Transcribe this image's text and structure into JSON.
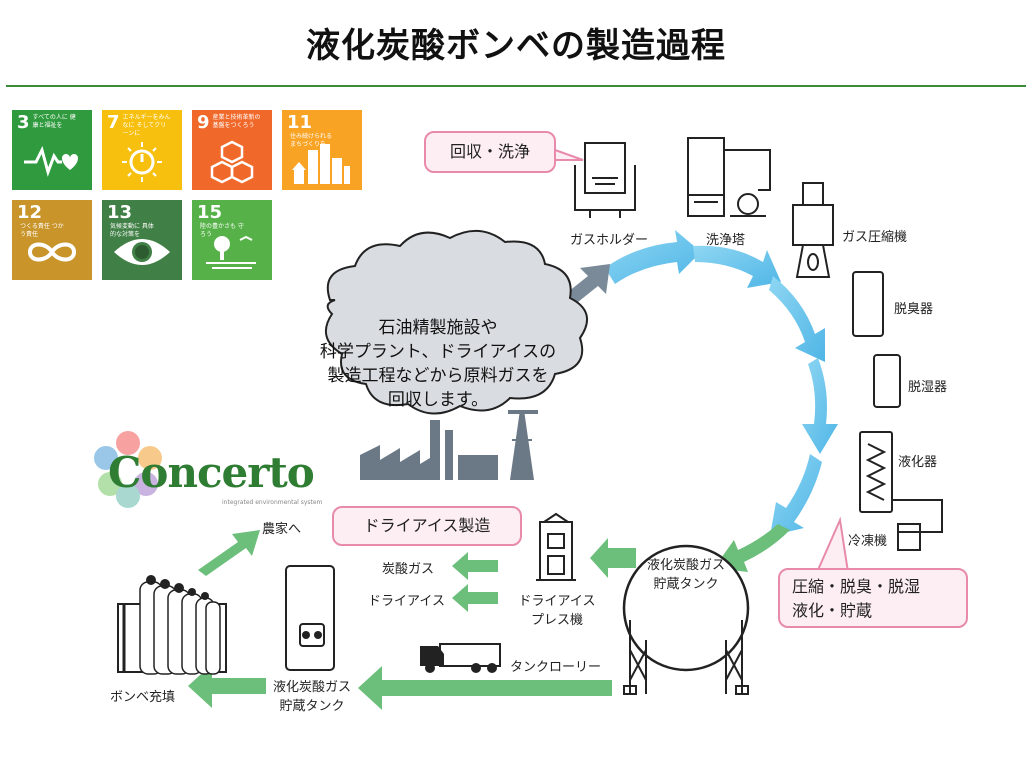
{
  "title": "液化炭酸ボンベの製造過程",
  "sdgs": [
    {
      "num": "3",
      "text": "すべての人に 健康と福祉を",
      "color": "#2f9a3e"
    },
    {
      "num": "7",
      "text": "エネルギーをみんなに そしてクリーンに",
      "color": "#f8c00e"
    },
    {
      "num": "9",
      "text": "産業と技術革新の 基盤をつくろう",
      "color": "#f0692a"
    },
    {
      "num": "11",
      "text": "住み続けられる まちづくりを",
      "color": "#f8a324"
    },
    {
      "num": "12",
      "text": "つくる責任 つかう責任",
      "color": "#c9952b"
    },
    {
      "num": "13",
      "text": "気候変動に 具体的な対策を",
      "color": "#407f45"
    },
    {
      "num": "15",
      "text": "陸の豊かさも 守ろう",
      "color": "#56b248"
    }
  ],
  "callouts": {
    "collect": "回収・洗浄",
    "dryice": "ドライアイス製造",
    "compress_line1": "圧縮・脱臭・脱湿",
    "compress_line2": "液化・貯蔵"
  },
  "cloud": {
    "line1": "石油精製施設や",
    "line2": "科学プラント、ドライアイスの",
    "line3": "製造工程などから原料ガスを",
    "line4": "回収します。"
  },
  "equipment": {
    "gas_holder": "ガスホルダー",
    "washer": "洗浄塔",
    "compressor": "ガス圧縮機",
    "deodorizer": "脱臭器",
    "dehumidifier": "脱湿器",
    "liquefier": "液化器",
    "refrigerator": "冷凍機",
    "storage_tank_line1": "液化炭酸ガス",
    "storage_tank_line2": "貯蔵タンク",
    "press_line1": "ドライアイス",
    "press_line2": "プレス機",
    "carbonic_gas": "炭酸ガス",
    "dry_ice": "ドライアイス",
    "tank_lorry": "タンクローリー",
    "small_tank_line1": "液化炭酸ガス",
    "small_tank_line2": "貯蔵タンク",
    "cylinder_fill": "ボンベ充填",
    "to_farmers": "農家へ"
  },
  "logo": {
    "name": "Concerto",
    "sub": "integrated environmental system"
  },
  "colors": {
    "accent_green": "#3a8b3a",
    "arrow_blue": "#5bc0eb",
    "arrow_green": "#6cbf7a",
    "pill_border": "#e88aac",
    "pill_fill": "#fdeef3"
  }
}
